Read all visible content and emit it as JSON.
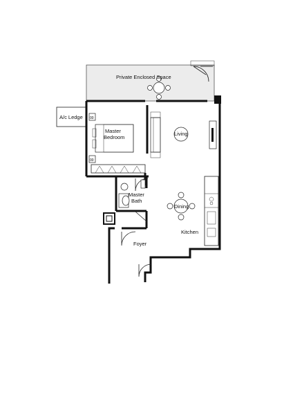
{
  "rooms": {
    "private_enclosed_space": "Private Enclosed Space",
    "ac_ledge": "A/c Ledge",
    "master_bedroom_line1": "Master",
    "master_bedroom_line2": "Bedroom",
    "living": "Living",
    "master_bath_line1": "Master",
    "master_bath_line2": "Bath",
    "dining": "Dining",
    "kitchen": "Kitchen",
    "foyer": "Foyer"
  },
  "colors": {
    "wall": "#111111",
    "outdoor_fill": "#ececec",
    "background": "#ffffff"
  }
}
